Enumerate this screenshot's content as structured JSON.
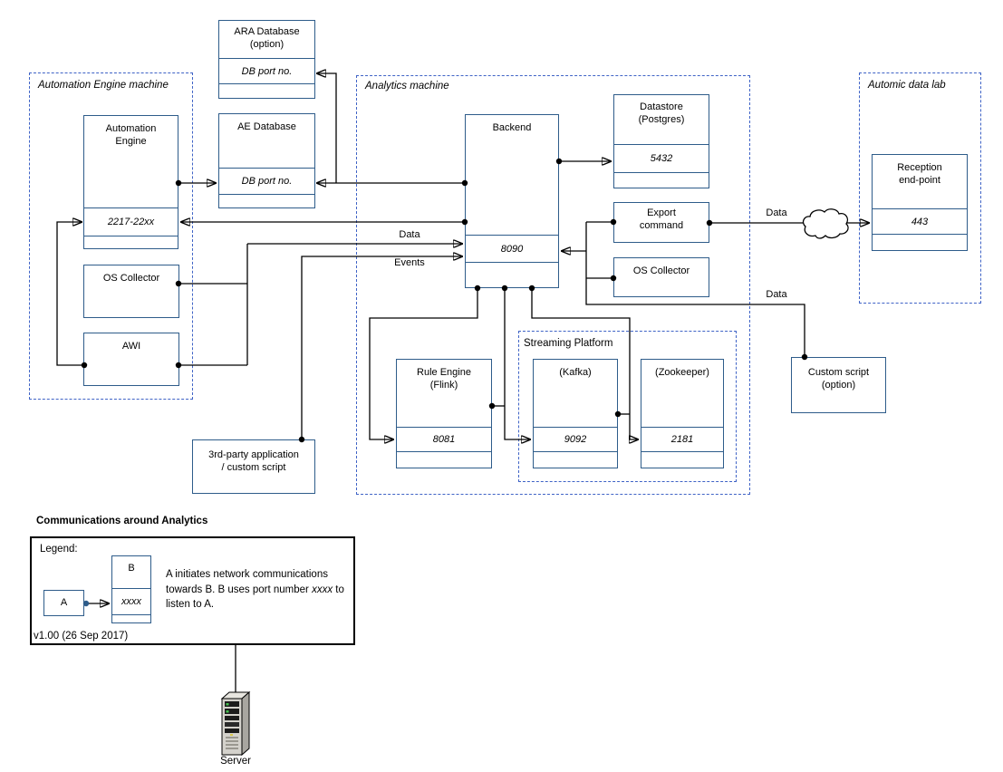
{
  "diagram": {
    "title": "Communications around Analytics"
  },
  "containers": {
    "ae_machine": {
      "label": "Automation Engine machine"
    },
    "analytics_machine": {
      "label": "Analytics machine"
    },
    "automic_data_lab": {
      "label": "Automic data lab"
    },
    "streaming_platform": {
      "label": "Streaming Platform"
    }
  },
  "nodes": {
    "automation_engine": {
      "title": "Automation\nEngine",
      "port": "2217-22xx"
    },
    "ara_database": {
      "title": "ARA Database\n(option)",
      "port": "DB port no."
    },
    "ae_database": {
      "title": "AE Database",
      "port": "DB port no."
    },
    "os_collector_ae": {
      "title": "OS Collector"
    },
    "awi": {
      "title": "AWI"
    },
    "backend": {
      "title": "Backend",
      "port": "8090"
    },
    "datastore": {
      "title": "Datastore\n(Postgres)",
      "port": "5432"
    },
    "export_command": {
      "title": "Export\ncommand"
    },
    "os_collector_analytics": {
      "title": "OS Collector"
    },
    "rule_engine": {
      "title": "Rule Engine\n(Flink)",
      "port": "8081"
    },
    "kafka": {
      "title": "(Kafka)",
      "port": "9092"
    },
    "zookeeper": {
      "title": "(Zookeeper)",
      "port": "2181"
    },
    "reception": {
      "title": "Reception\nend-point",
      "port": "443"
    },
    "custom_script": {
      "title": "Custom script\n(option)"
    },
    "third_party": {
      "title": "3rd-party application\n/ custom script"
    }
  },
  "edge_labels": {
    "data_ae_to_backend": "Data",
    "events_to_backend": "Events",
    "data_export_to_reception": "Data",
    "data_to_custom_script": "Data"
  },
  "legend": {
    "label": "Legend:",
    "a": "A",
    "b": "B",
    "b_port": "xxxx",
    "desc_pre": "A initiates network communications towards B. B uses port number ",
    "desc_port": "xxxx",
    "desc_post": " to listen to A.",
    "version": "v1.00 (26 Sep 2017)"
  },
  "server": {
    "label": "Server"
  },
  "colors": {
    "node_border": "#2e5c8a",
    "container_border": "#3f63c6",
    "connector": "#000000",
    "background": "#ffffff"
  }
}
